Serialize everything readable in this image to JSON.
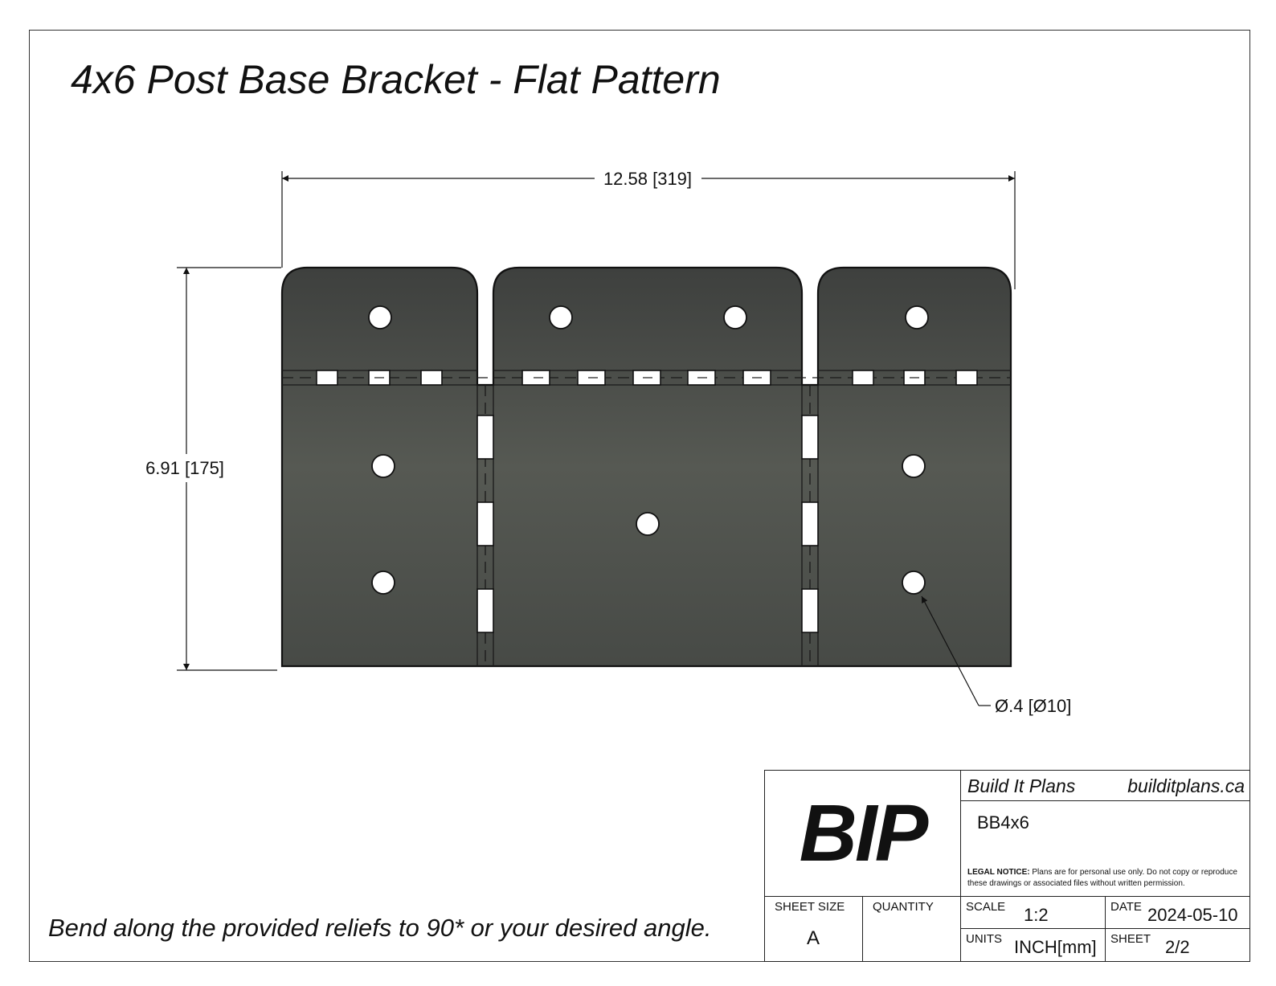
{
  "title": "4x6 Post Base Bracket - Flat Pattern",
  "note": "Bend along the provided reliefs to 90* or your desired angle.",
  "dimensions": {
    "overall_width": "12.58 [319]",
    "overall_height": "6.91 [175]",
    "hole_diameter": "Ø.4 [Ø10]"
  },
  "colors": {
    "part_fill": "#4b4e4a",
    "outline": "#111111"
  },
  "title_block": {
    "logo": "BIP",
    "company": "Build It Plans",
    "website": "builditplans.ca",
    "part_number": "BB4x6",
    "legal_label": "LEGAL NOTICE:",
    "legal_text": "Plans are for personal use only. Do not copy or reproduce these drawings or associated files without written permission.",
    "sheet_size_label": "SHEET SIZE",
    "sheet_size": "A",
    "quantity_label": "QUANTITY",
    "scale_label": "SCALE",
    "scale": "1:2",
    "date_label": "DATE",
    "date": "2024-05-10",
    "units_label": "UNITS",
    "units": "INCH[mm]",
    "sheet_label": "SHEET",
    "sheet": "2/2"
  }
}
